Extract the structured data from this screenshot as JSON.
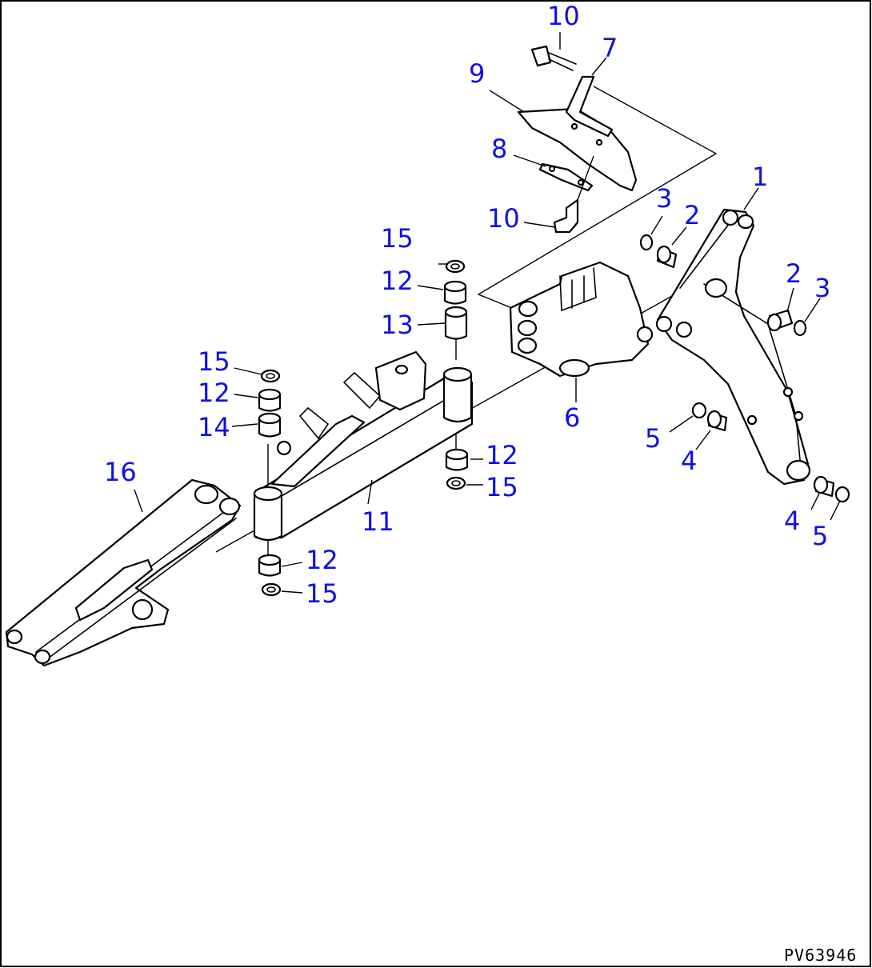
{
  "drawing_code": "PV63946",
  "callouts": [
    "1",
    "2",
    "2",
    "3",
    "3",
    "4",
    "4",
    "5",
    "5",
    "6",
    "7",
    "8",
    "9",
    "10",
    "10",
    "11",
    "12",
    "12",
    "12",
    "12",
    "13",
    "14",
    "15",
    "15",
    "15",
    "15",
    "16"
  ]
}
